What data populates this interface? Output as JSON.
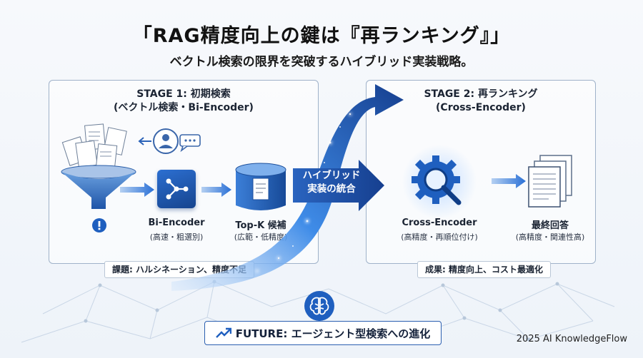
{
  "header": {
    "title": "「RAG精度向上の鍵は『再ランキング』」",
    "subtitle": "ベクトル検索の限界を突破するハイブリッド実装戦略。"
  },
  "stage1": {
    "title_line1": "STAGE 1: 初期検索",
    "title_line2": "(ベクトル検索・Bi-Encoder)",
    "bi_encoder_label": "Bi-Encoder",
    "bi_encoder_sub": "(高速・粗選別)",
    "topk_label": "Top-K 候補",
    "topk_sub": "(広範・低精度)",
    "issue": "課題: ハルシネーション、精度不足"
  },
  "bridge": {
    "line1": "ハイブリッド",
    "line2": "実装の統合"
  },
  "stage2": {
    "title_line1": "STAGE 2: 再ランキング",
    "title_line2": "(Cross-Encoder)",
    "cross_label": "Cross-Encoder",
    "cross_sub": "(高精度・再順位付け)",
    "final_label": "最終回答",
    "final_sub": "(高精度・関連性高)",
    "result": "成果: 精度向上、コスト最適化"
  },
  "future": {
    "text": "FUTURE: エージェント型検索への進化"
  },
  "footer": {
    "credit": "2025 AI KnowledgeFlow"
  },
  "colors": {
    "accent": "#1f5fbf",
    "dark_blue": "#16448e",
    "panel_border": "#9fb2c9"
  }
}
